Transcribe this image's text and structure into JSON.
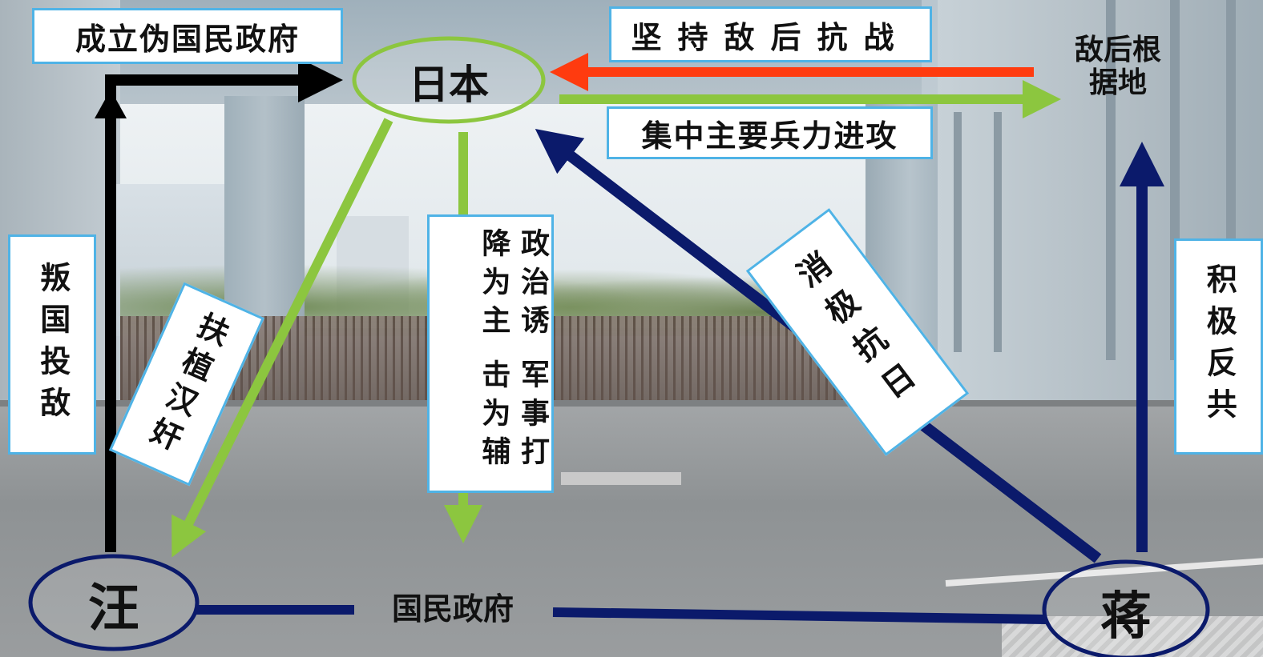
{
  "nodes": {
    "japan": "日本",
    "wang": "汪",
    "jiang": "蒋",
    "base": "敌后根据地"
  },
  "labels": {
    "puppet_gov": "成立伪国民政府",
    "persist": "坚持敌后抗战",
    "main_force": "集中主要兵力进攻",
    "national_gov": "国民政府",
    "betray": "叛国投敌",
    "support_traitor": "扶植汉奸",
    "political": "政治诱降为主",
    "military": "军事打击为辅",
    "passive": "消极抗日",
    "anti_communist": "积极反共"
  },
  "colors": {
    "black_arrow": "#000000",
    "red_arrow": "#ff3b0f",
    "green_arrow": "#8cc63f",
    "navy_arrow": "#0b1a6b",
    "box_border": "#4fb3e6",
    "node_green": "#8cc63f",
    "node_navy": "#0b1a6b"
  }
}
